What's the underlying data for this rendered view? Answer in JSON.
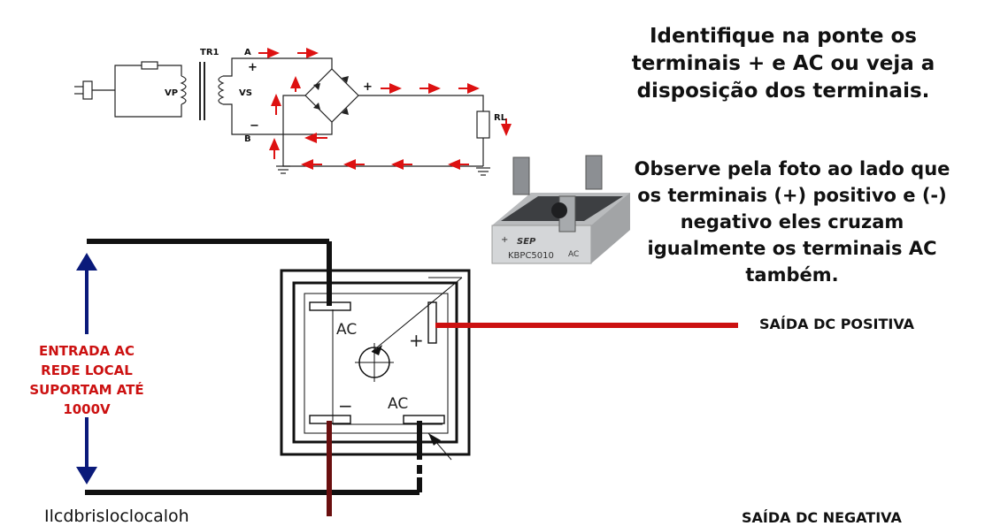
{
  "texts": {
    "title": "Identifique na ponte os terminais + e AC ou veja a disposição dos terminais.",
    "note": "Observe pela foto ao lado que os terminais (+) positivo e (-) negativo eles cruzam igualmente os terminais AC também.",
    "entrada": "ENTRADA AC REDE LOCAL SUPORTAM ATÉ 1000V",
    "saida_positiva": "SAÍDA DC POSITIVA",
    "saida_negativa": "SAÍDA DC NEGATIVA",
    "bottom_cut": "Ilcdbrisloclocaloh"
  },
  "schematic": {
    "transformer": "TR1",
    "vp": "VP",
    "vs": "VS",
    "node_a": "A",
    "node_b": "B",
    "plus": "+",
    "minus": "−",
    "load": "RL"
  },
  "photo": {
    "model": "KBPC5010",
    "brand": "SEP",
    "plus": "+",
    "ac": "AC"
  },
  "bridge": {
    "ac_top": "AC",
    "ac_bottom": "AC",
    "plus": "+",
    "minus": "−"
  },
  "colors": {
    "red_wire": "#cc1111",
    "arrow_blue": "#0a1a7a",
    "arrow_red": "#dd1111",
    "wire_dark": "#6a0f0f"
  }
}
